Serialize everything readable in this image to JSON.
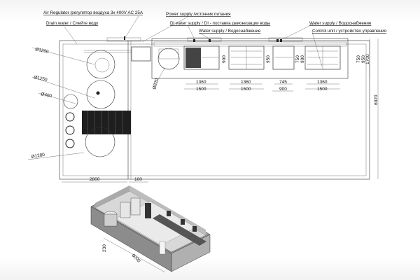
{
  "labels": {
    "air_regulator": "Air Regulator /регулятор воздуха 3х 400V AC 25A",
    "drain_water": "Drain water / Слейте воду",
    "power_supply": "Power supply /источник питания",
    "di_water_supply": "DI water supply / DI - поставка деионизации воды",
    "water_supply_1": "Water supply / Водоснабжение",
    "water_supply_2": "Water supply / Водоснабжение",
    "control_unit": "Control unit / устройство управления"
  },
  "diameters": {
    "d1": "Ø1200",
    "d2": "Ø1250",
    "d3": "Ø400",
    "d4": "Ø1280",
    "d5": "Ø820"
  },
  "dimensions": {
    "m1_inner": "1360",
    "m1_outer": "1500",
    "m2_inner": "1360",
    "m2_outer": "1500",
    "m3_inner": "745",
    "m3_outer": "900",
    "m4_inner": "1360",
    "m4_outer": "1500",
    "m1_depth": "900",
    "m2_depth": "950",
    "m3_depth_a": "750",
    "m3_depth_b": "900",
    "m4_depth_a": "750",
    "m4_depth_b": "950",
    "counter_depth": "1700",
    "total_height": "6020",
    "left_width": "2800",
    "gap_width": "100",
    "iso_length": "6000",
    "iso_height": "230"
  }
}
